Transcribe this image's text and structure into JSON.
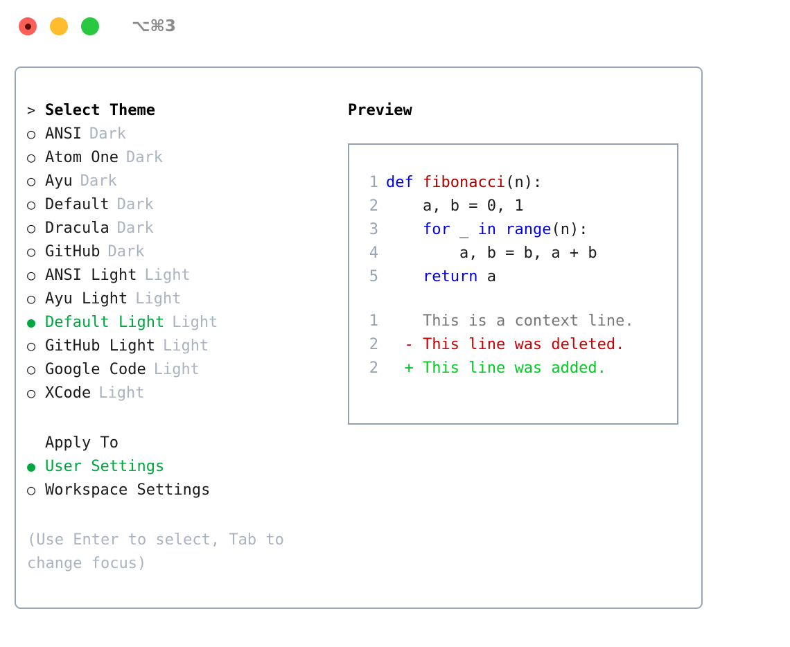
{
  "titlebar": {
    "shortcut": "⌥⌘3",
    "dots": [
      {
        "name": "close",
        "color": "#fb5f57"
      },
      {
        "name": "minimize",
        "color": "#febc2e"
      },
      {
        "name": "maximize",
        "color": "#28c840"
      }
    ]
  },
  "theme_picker": {
    "prompt_prefix": ">",
    "heading": "Select Theme",
    "selected_bullet": "●",
    "unselected_bullet": "○",
    "items": [
      {
        "name": "ANSI",
        "category": "Dark",
        "selected": false
      },
      {
        "name": "Atom One",
        "category": "Dark",
        "selected": false
      },
      {
        "name": "Ayu",
        "category": "Dark",
        "selected": false
      },
      {
        "name": "Default",
        "category": "Dark",
        "selected": false
      },
      {
        "name": "Dracula",
        "category": "Dark",
        "selected": false
      },
      {
        "name": "GitHub",
        "category": "Dark",
        "selected": false
      },
      {
        "name": "ANSI Light",
        "category": "Light",
        "selected": false
      },
      {
        "name": "Ayu Light",
        "category": "Light",
        "selected": false
      },
      {
        "name": "Default Light",
        "category": "Light",
        "selected": true
      },
      {
        "name": "GitHub Light",
        "category": "Light",
        "selected": false
      },
      {
        "name": "Google Code",
        "category": "Light",
        "selected": false
      },
      {
        "name": "XCode",
        "category": "Light",
        "selected": false
      }
    ]
  },
  "apply_to": {
    "heading": "Apply To",
    "options": [
      {
        "label": "User Settings",
        "selected": true
      },
      {
        "label": "Workspace Settings",
        "selected": false
      }
    ]
  },
  "hint": "(Use Enter to select, Tab to change focus)",
  "preview": {
    "label": "Preview",
    "code_lines": [
      {
        "no": "1",
        "tokens": [
          {
            "t": "def ",
            "c": "kw"
          },
          {
            "t": "fibonacci",
            "c": "fn"
          },
          {
            "t": "(n):",
            "c": "txt"
          }
        ]
      },
      {
        "no": "2",
        "tokens": [
          {
            "t": "    a, b = 0, 1",
            "c": "txt"
          }
        ]
      },
      {
        "no": "3",
        "tokens": [
          {
            "t": "    ",
            "c": "txt"
          },
          {
            "t": "for",
            "c": "kw"
          },
          {
            "t": " _ ",
            "c": "txt"
          },
          {
            "t": "in range",
            "c": "kw"
          },
          {
            "t": "(n):",
            "c": "txt"
          }
        ]
      },
      {
        "no": "4",
        "tokens": [
          {
            "t": "        a, b = b, a + b",
            "c": "txt"
          }
        ]
      },
      {
        "no": "5",
        "tokens": [
          {
            "t": "    ",
            "c": "txt"
          },
          {
            "t": "return",
            "c": "kw"
          },
          {
            "t": " a",
            "c": "txt"
          }
        ]
      }
    ],
    "diff_lines": [
      {
        "no": "1",
        "marker": " ",
        "text": " This is a context line.",
        "kind": "ctx"
      },
      {
        "no": "2",
        "marker": "-",
        "text": " This line was deleted.",
        "kind": "del"
      },
      {
        "no": "2",
        "marker": "+",
        "text": " This line was added.",
        "kind": "add"
      }
    ]
  },
  "colors": {
    "accent_green": "#00a63e",
    "muted": "#aab3c2",
    "border": "#93a1b3",
    "keyword_blue": "#0000ee",
    "function_red": "#aa0000",
    "diff_delete": "#cc0000",
    "diff_add": "#00cc22",
    "diff_context": "#777777"
  }
}
